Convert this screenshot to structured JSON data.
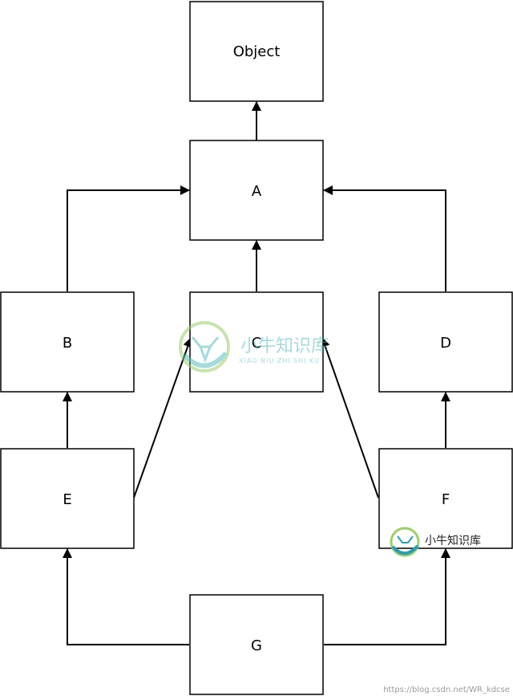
{
  "nodes": [
    {
      "id": "object",
      "label": "Object"
    },
    {
      "id": "a",
      "label": "A"
    },
    {
      "id": "b",
      "label": "B"
    },
    {
      "id": "c",
      "label": "C"
    },
    {
      "id": "d",
      "label": "D"
    },
    {
      "id": "e",
      "label": "E"
    },
    {
      "id": "f",
      "label": "F"
    },
    {
      "id": "g",
      "label": "G"
    }
  ],
  "edges": [
    {
      "from": "A",
      "to": "Object"
    },
    {
      "from": "B",
      "to": "A"
    },
    {
      "from": "C",
      "to": "A"
    },
    {
      "from": "D",
      "to": "A"
    },
    {
      "from": "E",
      "to": "B"
    },
    {
      "from": "E",
      "to": "C"
    },
    {
      "from": "F",
      "to": "D"
    },
    {
      "from": "F",
      "to": "C"
    },
    {
      "from": "G",
      "to": "E"
    },
    {
      "from": "G",
      "to": "F"
    }
  ],
  "watermarks": {
    "center_cn": "小牛知识库",
    "center_pinyin": "XIAO NIU ZHI SHI KU",
    "corner_cn": "小牛知识库",
    "url": "https://blog.csdn.net/WR_kdcse"
  },
  "colors": {
    "stroke": "#000000",
    "background": "#ffffff",
    "watermark_teal": "#5bbfc1",
    "watermark_green": "#9bcf6a"
  }
}
